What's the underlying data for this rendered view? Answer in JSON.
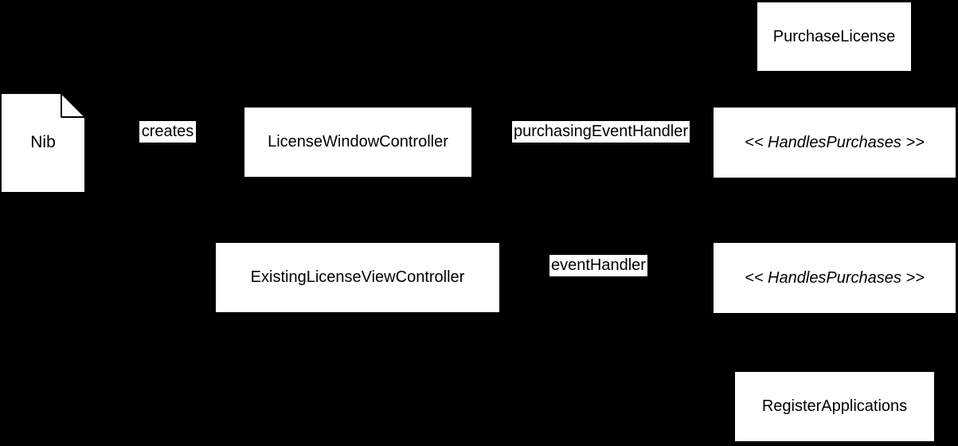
{
  "diagram": {
    "background_color": "#000000",
    "node_fill_color": "#ffffff",
    "text_color": "#000000",
    "nodes": {
      "purchase_license": {
        "label": "PurchaseLicense"
      },
      "nib": {
        "label": "Nib"
      },
      "license_window_controller": {
        "label": "LicenseWindowController"
      },
      "handles_purchases_top": {
        "label": "<< HandlesPurchases >>"
      },
      "existing_license_view_controller": {
        "label": "ExistingLicenseViewController"
      },
      "handles_purchases_bottom": {
        "label": "<< HandlesPurchases >>"
      },
      "register_applications": {
        "label": "RegisterApplications"
      }
    },
    "edge_labels": {
      "creates": {
        "label": "creates"
      },
      "purchasing_event_handler": {
        "label": "purchasingEventHandler"
      },
      "event_handler": {
        "label": "eventHandler"
      }
    }
  }
}
